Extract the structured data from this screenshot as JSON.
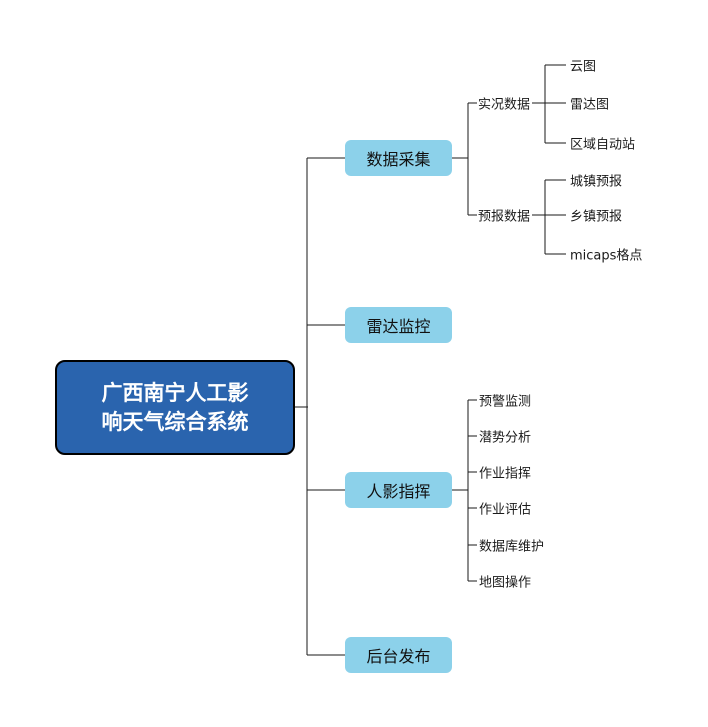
{
  "root": {
    "label": "广西南宁人工影响天气综合系统",
    "lines": [
      "广西南宁人工影",
      "响天气综合系统"
    ]
  },
  "branches": {
    "data_collection": {
      "label": "数据采集",
      "realtime": {
        "label": "实况数据",
        "children": [
          "云图",
          "雷达图",
          "区域自动站"
        ]
      },
      "forecast": {
        "label": "预报数据",
        "children": [
          "城镇预报",
          "乡镇预报",
          "micaps格点"
        ]
      }
    },
    "radar_monitoring": {
      "label": "雷达监控"
    },
    "command": {
      "label": "人影指挥",
      "children": [
        "预警监测",
        "潜势分析",
        "作业指挥",
        "作业评估",
        "数据库维护",
        "地图操作"
      ]
    },
    "backend_publish": {
      "label": "后台发布"
    }
  },
  "colors": {
    "root_fill": "#2a64ae",
    "root_border": "#000000",
    "root_text": "#ffffff",
    "branch_fill": "#8cd1ea",
    "branch_text": "#111111",
    "line": "#1a1a1a"
  }
}
